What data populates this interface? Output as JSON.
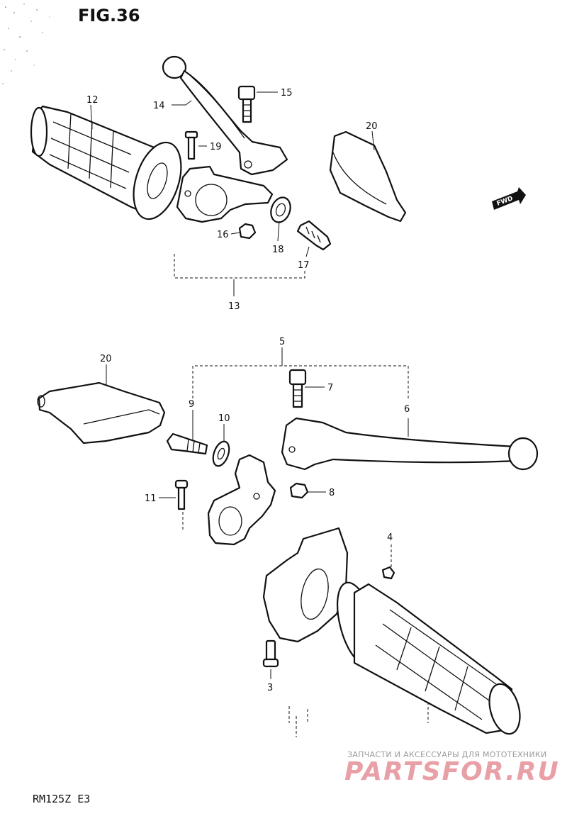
{
  "figure": {
    "title": "FIG.36",
    "model": "RM125Z  E3",
    "direction_badge": "FWD",
    "part_labels": [
      "12",
      "14",
      "15",
      "19",
      "20",
      "16",
      "18",
      "17",
      "13",
      "5",
      "20",
      "7",
      "6",
      "9",
      "10",
      "11",
      "8",
      "4",
      "3"
    ]
  },
  "watermark": {
    "tagline": "ЗАПЧАСТИ И АКСЕССУАРЫ ДЛЯ МОТОТЕХНИКИ",
    "brand": "PARTSFOR.RU"
  },
  "colors": {
    "ink": "#111111",
    "background": "#ffffff",
    "watermark_brand": "#e8a0a6",
    "watermark_tagline": "#9a9a9a"
  }
}
